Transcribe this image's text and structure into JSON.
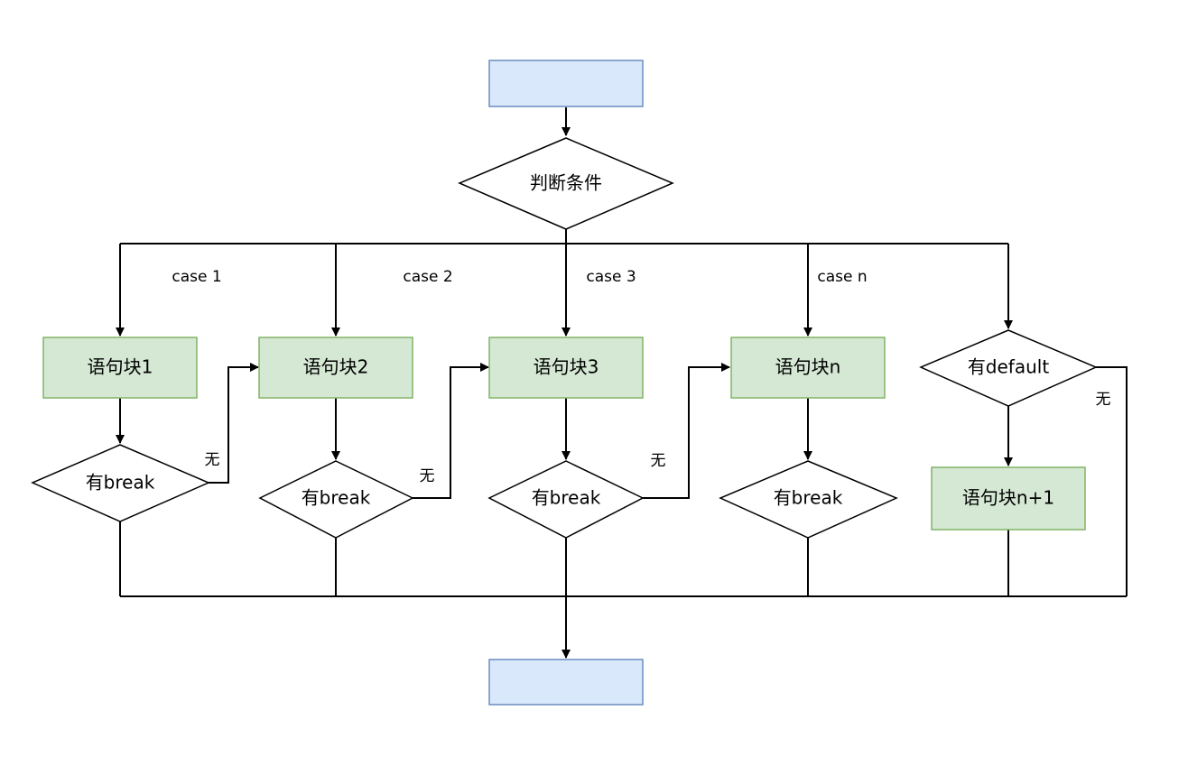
{
  "diagram": {
    "start_box": {
      "label": ""
    },
    "condition": {
      "label": "判断条件"
    },
    "cases": [
      {
        "edge_label": "case 1",
        "block_label": "语句块1",
        "break_check": "有break",
        "no_label": "无"
      },
      {
        "edge_label": "case 2",
        "block_label": "语句块2",
        "break_check": "有break",
        "no_label": "无"
      },
      {
        "edge_label": "case 3",
        "block_label": "语句块3",
        "break_check": "有break",
        "no_label": "无"
      },
      {
        "edge_label": "case n",
        "block_label": "语句块n",
        "break_check": "有break"
      }
    ],
    "default_branch": {
      "check_label": "有default",
      "no_label": "无",
      "block_label": "语句块n+1"
    },
    "end_box": {
      "label": ""
    }
  },
  "colors": {
    "terminal_fill": "#dae8fc",
    "terminal_stroke": "#6c8ebf",
    "block_fill": "#d5e8d4",
    "block_stroke": "#82b366",
    "line": "#000000"
  }
}
